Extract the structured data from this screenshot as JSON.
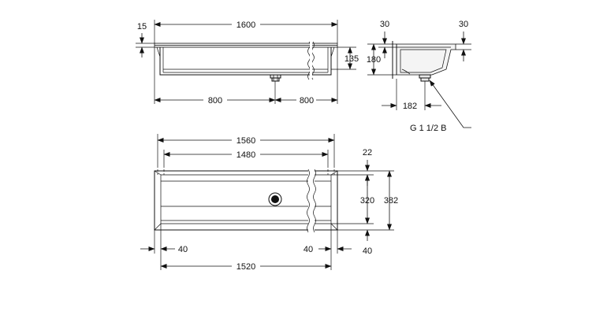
{
  "front_view": {
    "overall_width": "1600",
    "rim_thickness": "15",
    "height": "135",
    "left_half": "800",
    "right_half": "800"
  },
  "side_view": {
    "rim_left": "30",
    "rim_right": "30",
    "height": "180",
    "drain_offset": "182",
    "thread_callout": "G 1 1/2 B"
  },
  "top_view": {
    "outer_length": "1560",
    "inner_length": "1480",
    "back_rim": "22",
    "inner_depth": "320",
    "overall_depth": "382",
    "left_margin": "40",
    "right_margin": "40",
    "front_rim": "40",
    "bottom_length": "1520"
  }
}
